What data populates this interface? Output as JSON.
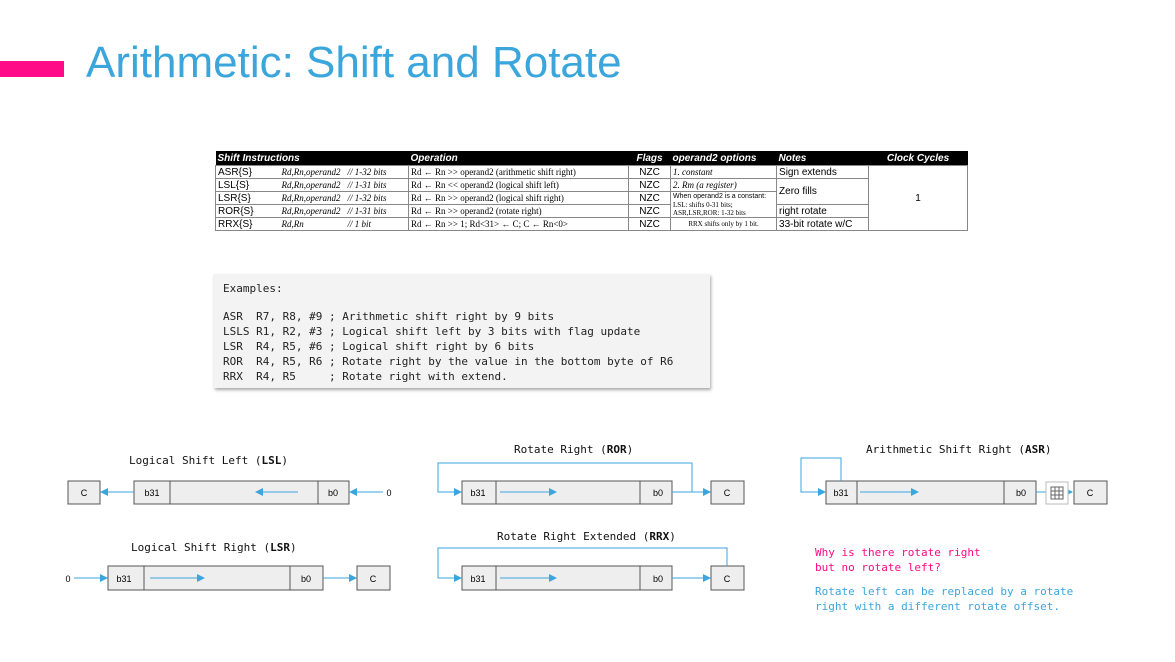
{
  "slide": {
    "title": "Arithmetic: Shift and Rotate",
    "accent_color": "#ff0a87",
    "title_color": "#3aa6dc"
  },
  "table": {
    "headers": [
      "Shift Instructions",
      "Operation",
      "Flags",
      "operand2 options",
      "Notes",
      "Clock Cycles"
    ],
    "rows": [
      {
        "instr": "ASR{S}",
        "args": "Rd,Rn,operand2",
        "range": "// 1-32 bits",
        "op": "Rd ← Rn >> operand2 (arithmetic shift right)",
        "flags": "NZC"
      },
      {
        "instr": "LSL{S}",
        "args": "Rd,Rn,operand2",
        "range": "// 1-31 bits",
        "op": "Rd ← Rn << operand2 (logical shift left)",
        "flags": "NZC"
      },
      {
        "instr": "LSR{S}",
        "args": "Rd,Rn,operand2",
        "range": "// 1-32 bits",
        "op": "Rd ← Rn >> operand2 (logical shift right)",
        "flags": "NZC"
      },
      {
        "instr": "ROR{S}",
        "args": "Rd,Rn,operand2",
        "range": "// 1-31 bits",
        "op": "Rd ← Rn >> operand2 (rotate right)",
        "flags": "NZC"
      },
      {
        "instr": "RRX{S}",
        "args": "Rd,Rn",
        "range": "// 1 bit",
        "op": "Rd ← Rn >> 1; Rd<31> ← C; C ← Rn<0>",
        "flags": "NZC"
      }
    ],
    "operand2": {
      "opt1": "1. constant",
      "opt2": "2. Rm (a register)",
      "const_note_1": "When operand2 is a constant:",
      "const_note_2": "LSL: shifts 0-31 bits;",
      "const_note_3": "ASR,LSR,ROR: 1-32 bits",
      "rrx_note": "RRX shifts only by 1 bit."
    },
    "notes": {
      "asr": "Sign extends",
      "zero": "Zero fills",
      "ror": "right rotate",
      "rrx": "33-bit rotate w/C"
    },
    "clock_cycles": "1"
  },
  "examples": {
    "header": "Examples:",
    "lines": [
      "ASR  R7, R8, #9 ; Arithmetic shift right by 9 bits",
      "LSLS R1, R2, #3 ; Logical shift left by 3 bits with flag update",
      "LSR  R4, R5, #6 ; Logical shift right by 6 bits",
      "ROR  R4, R5, R6 ; Rotate right by the value in the bottom byte of R6",
      "RRX  R4, R5     ; Rotate right with extend."
    ]
  },
  "diagrams": {
    "lsl": {
      "title_prefix": "Logical Shift Left (",
      "title_bold": "LSL",
      "title_suffix": ")"
    },
    "lsr": {
      "title_prefix": "Logical Shift Right (",
      "title_bold": "LSR",
      "title_suffix": ")"
    },
    "ror": {
      "title_prefix": "Rotate Right (",
      "title_bold": "ROR",
      "title_suffix": ")"
    },
    "rrx": {
      "title_prefix": "Rotate Right Extended (",
      "title_bold": "RRX",
      "title_suffix": ")"
    },
    "asr": {
      "title_prefix": "Arithmetic Shift Right (",
      "title_bold": "ASR",
      "title_suffix": ")"
    },
    "labels": {
      "carry": "C",
      "msb": "b31",
      "lsb": "b0",
      "zero": "0"
    }
  },
  "notes": {
    "question": "Why is there rotate right\nbut no rotate left?",
    "answer": "Rotate left can be replaced by a rotate\nright with a different rotate offset.",
    "question_color": "#ff0a87",
    "answer_color": "#3aa6dc"
  }
}
